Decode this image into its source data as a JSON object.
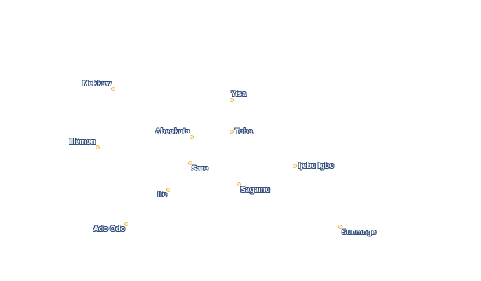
{
  "map": {
    "places": [
      {
        "name": "Mekkaw",
        "icon": "town-marker-icon"
      },
      {
        "name": "Yisa",
        "icon": "town-marker-icon"
      },
      {
        "name": "Abeokuta",
        "icon": "town-marker-icon"
      },
      {
        "name": "Toba",
        "icon": "town-marker-icon"
      },
      {
        "name": "Illèmon",
        "icon": "town-marker-icon"
      },
      {
        "name": "Sare",
        "icon": "town-marker-icon"
      },
      {
        "name": "Ijebu Igbo",
        "icon": "town-marker-icon"
      },
      {
        "name": "Sagamu",
        "icon": "town-marker-icon"
      },
      {
        "name": "Ifo",
        "icon": "town-marker-icon"
      },
      {
        "name": "Ado Odo",
        "icon": "town-marker-icon"
      },
      {
        "name": "Sunmoge",
        "icon": "town-marker-icon"
      }
    ],
    "colors": {
      "label_fill": "#ffffff",
      "label_halo": "#34507f",
      "marker_fill": "#fdf0c8",
      "marker_stroke": "#e6b24a",
      "background": "#ffffff"
    }
  }
}
